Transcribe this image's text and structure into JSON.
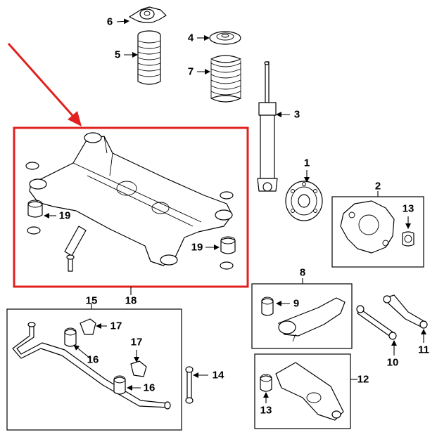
{
  "colors": {
    "highlight": "#e0211f",
    "ink": "#000000",
    "background": "#ffffff"
  },
  "labels": {
    "l1": "1",
    "l2": "2",
    "l3": "3",
    "l4": "4",
    "l5": "5",
    "l6": "6",
    "l7": "7",
    "l8": "8",
    "l9": "9",
    "l10": "10",
    "l11": "11",
    "l12": "12",
    "l13a": "13",
    "l13b": "13",
    "l14": "14",
    "l15": "15",
    "l16a": "16",
    "l16b": "16",
    "l17a": "17",
    "l17b": "17",
    "l18": "18",
    "l19a": "19",
    "l19b": "19"
  }
}
